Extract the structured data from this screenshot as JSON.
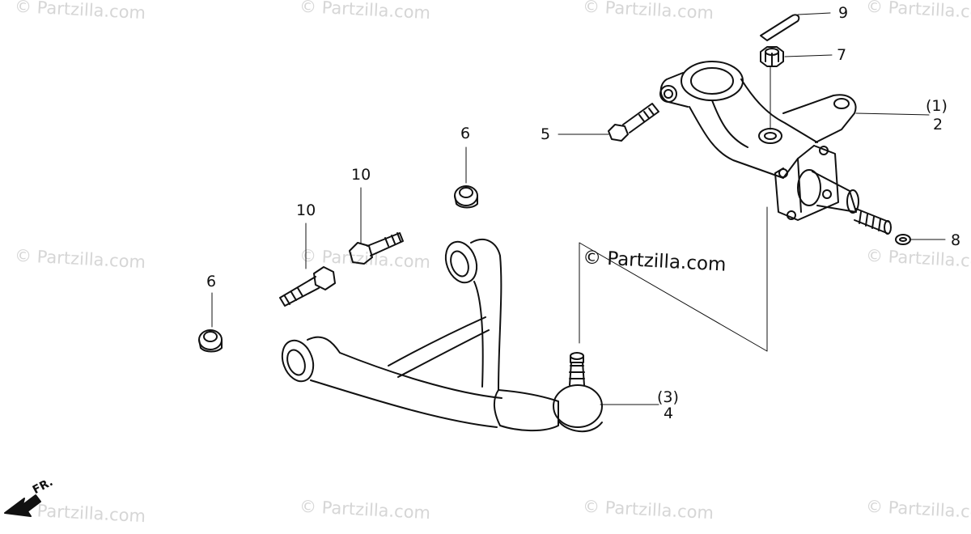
{
  "watermark": "© Partzilla.com",
  "brand_label": "© Partzilla.com",
  "direction_label": "FR.",
  "callouts": {
    "c9": "9",
    "c7": "7",
    "c1": "(1)",
    "c2": "2",
    "c5": "5",
    "c6a": "6",
    "c10a": "10",
    "c10b": "10",
    "c8": "8",
    "c6b": "6",
    "c3": "(3)",
    "c4": "4"
  },
  "colors": {
    "ink": "#111111",
    "watermark": "#d6d6d6",
    "background": "#ffffff"
  }
}
